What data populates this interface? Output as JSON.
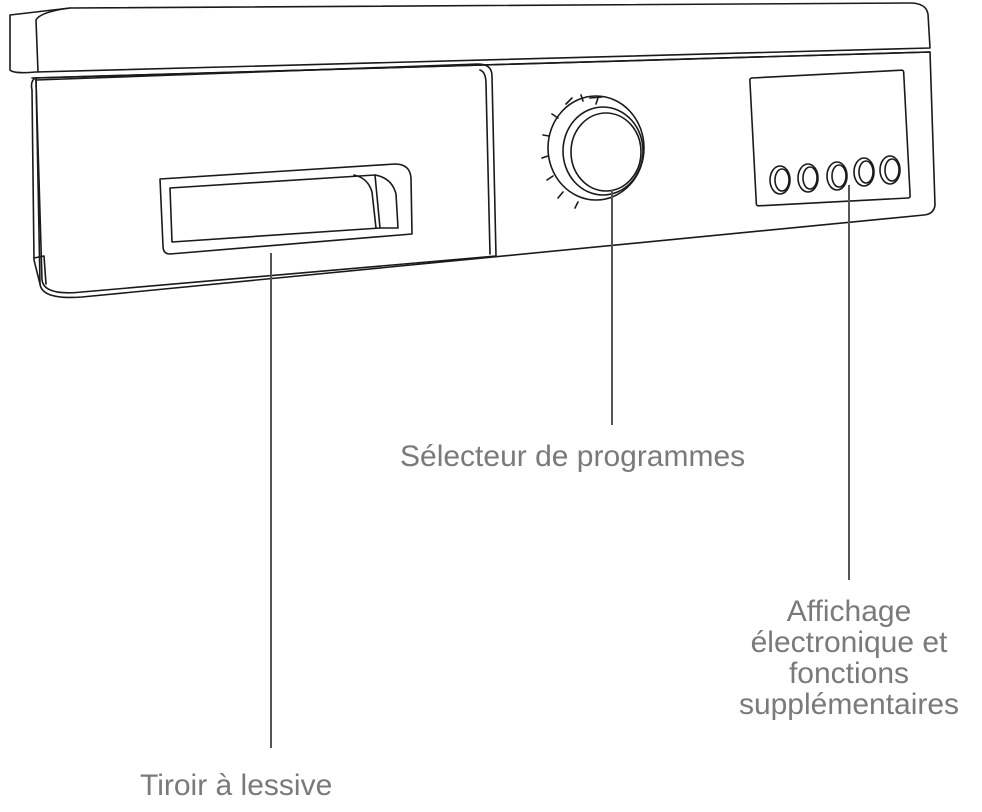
{
  "labels": {
    "program_selector": "Sélecteur de programmes",
    "detergent_drawer": "Tiroir à lessive",
    "display_lines": [
      "Affichage",
      "électronique et",
      "fonctions",
      "supplémentaires"
    ]
  },
  "colors": {
    "line": "#1a1a1a",
    "leader": "#555555",
    "label_text": "#7a7a7a",
    "background": "#ffffff"
  }
}
